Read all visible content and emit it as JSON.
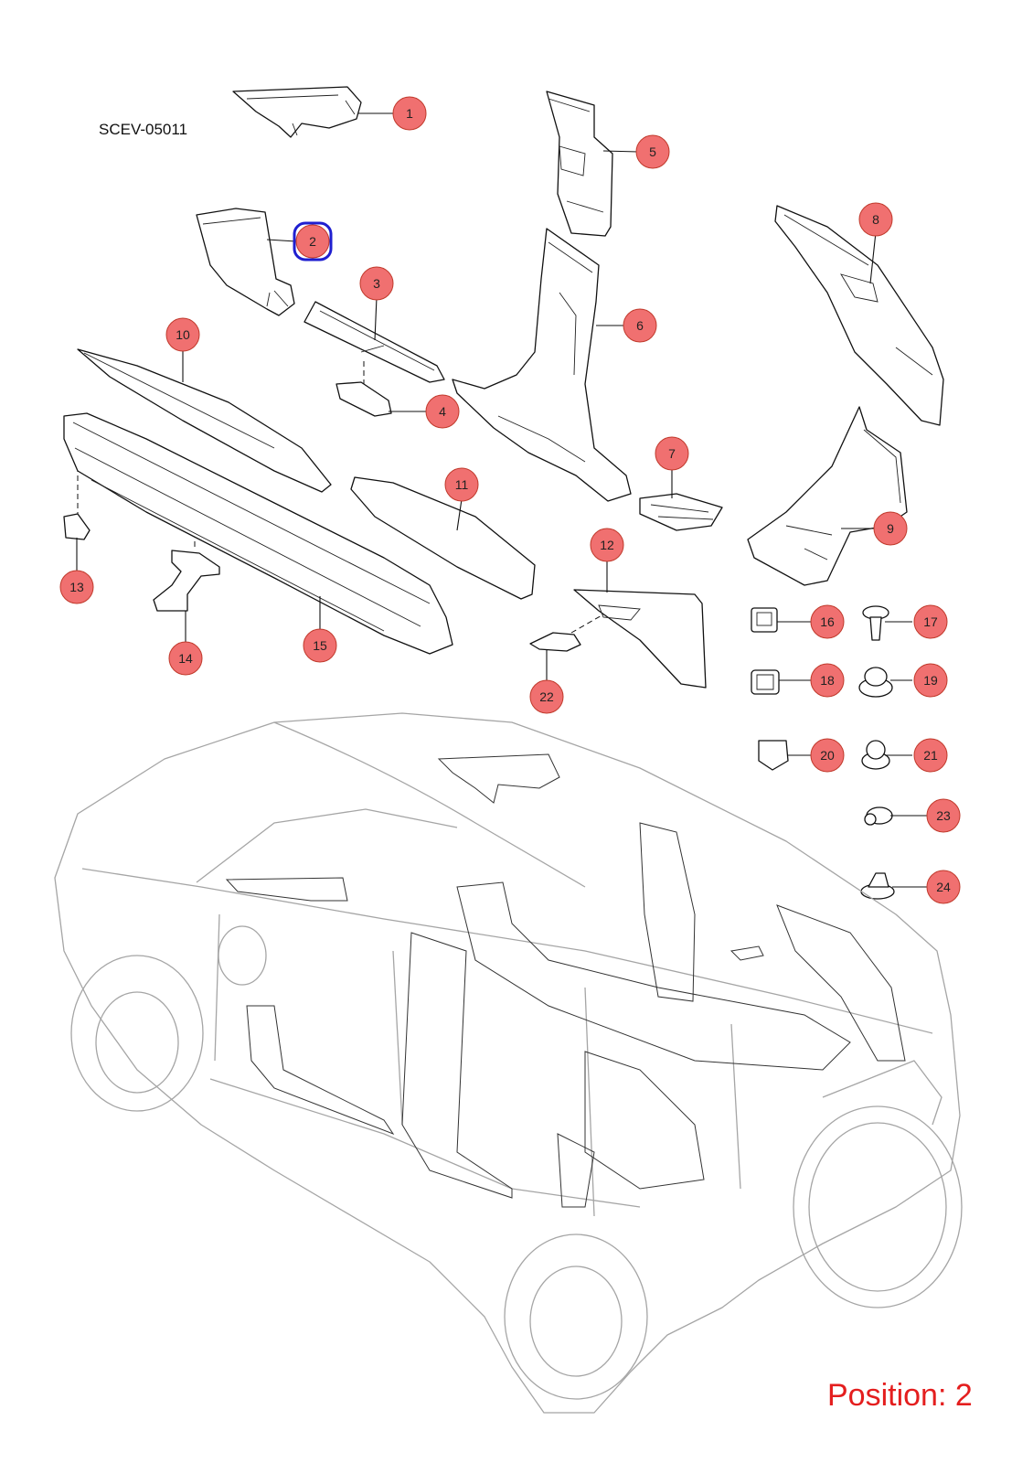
{
  "diagram": {
    "code": "SCEV-05011",
    "position_label": "Position: 2",
    "selected_callout": "2",
    "callout_fill": "#f07070",
    "highlight_color": "#1f1fd0",
    "position_color": "#e41e1e",
    "callouts": [
      "1",
      "2",
      "3",
      "4",
      "5",
      "6",
      "7",
      "8",
      "9",
      "10",
      "11",
      "12",
      "13",
      "14",
      "15",
      "16",
      "17",
      "18",
      "19",
      "20",
      "21",
      "22",
      "23",
      "24"
    ]
  }
}
